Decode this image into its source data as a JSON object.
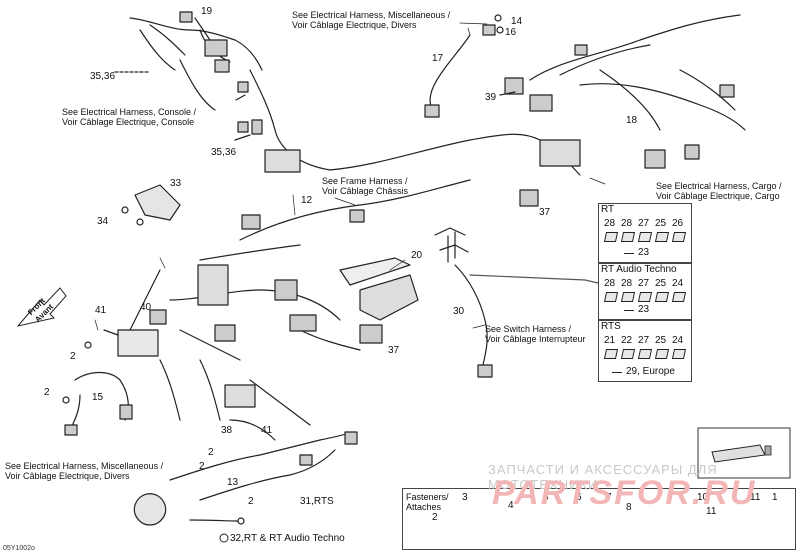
{
  "callouts": {
    "c19": "19",
    "c14": "14",
    "c16": "16",
    "c17": "17",
    "c3536a": "35,36",
    "c3536b": "35,36",
    "c39": "39",
    "c18": "18",
    "c33": "33",
    "c34": "34",
    "c12": "12",
    "c37a": "37",
    "c20": "20",
    "c41a": "41",
    "c40": "40",
    "c30": "30",
    "c37b": "37",
    "c2a": "2",
    "c15": "15",
    "c2b": "2",
    "c38": "38",
    "c41b": "41",
    "c2c": "2",
    "c2d": "2",
    "c13": "13",
    "c2e": "2",
    "c31": "31,RTS",
    "c32": "32,RT & RT Audio Techno"
  },
  "notes": {
    "misc_top_1": "See Electrical Harness, Miscellaneous /",
    "misc_top_2": "Voir Câblage Electrique, Divers",
    "console_1": "See Electrical Harness, Console /",
    "console_2": "Voir Câblage Electrique, Console",
    "frame_1": "See Frame Harness /",
    "frame_2": "Voir Câblage Châssis",
    "cargo_1": "See Electrical Harness, Cargo /",
    "cargo_2": "Voir Câblage Electrique, Cargo",
    "switch_1": "See Switch Harness /",
    "switch_2": "Voir Câblage Interrupteur",
    "misc_bot_1": "See Electrical Harness, Miscellaneous /",
    "misc_bot_2": "Voir Câblage Electrique, Divers",
    "front_1": "Front",
    "front_2": "Avant"
  },
  "fuse_boxes": [
    {
      "title": "RT",
      "labels": [
        "28",
        "28",
        "27",
        "25",
        "26"
      ],
      "footer": "23"
    },
    {
      "title": "RT Audio Techno",
      "labels": [
        "28",
        "28",
        "27",
        "25",
        "24"
      ],
      "footer": "23"
    },
    {
      "title": "RTS",
      "labels": [
        "21",
        "22",
        "27",
        "25",
        "24"
      ],
      "footer": "29, Europe"
    }
  ],
  "fasteners": {
    "title_1": "Fasteners/",
    "title_2": "Attaches",
    "numbers": [
      "2",
      "3",
      "4",
      "5",
      "6",
      "7",
      "8",
      "9",
      "10",
      "11",
      "11",
      "1"
    ]
  },
  "watermark": {
    "line1": "ЗАПЧАСТИ И АКСЕССУАРЫ ДЛЯ МОТОТЕХНИКИ",
    "line2": "PARTSFOR.RU"
  },
  "drawing_code": "05Y1002o"
}
